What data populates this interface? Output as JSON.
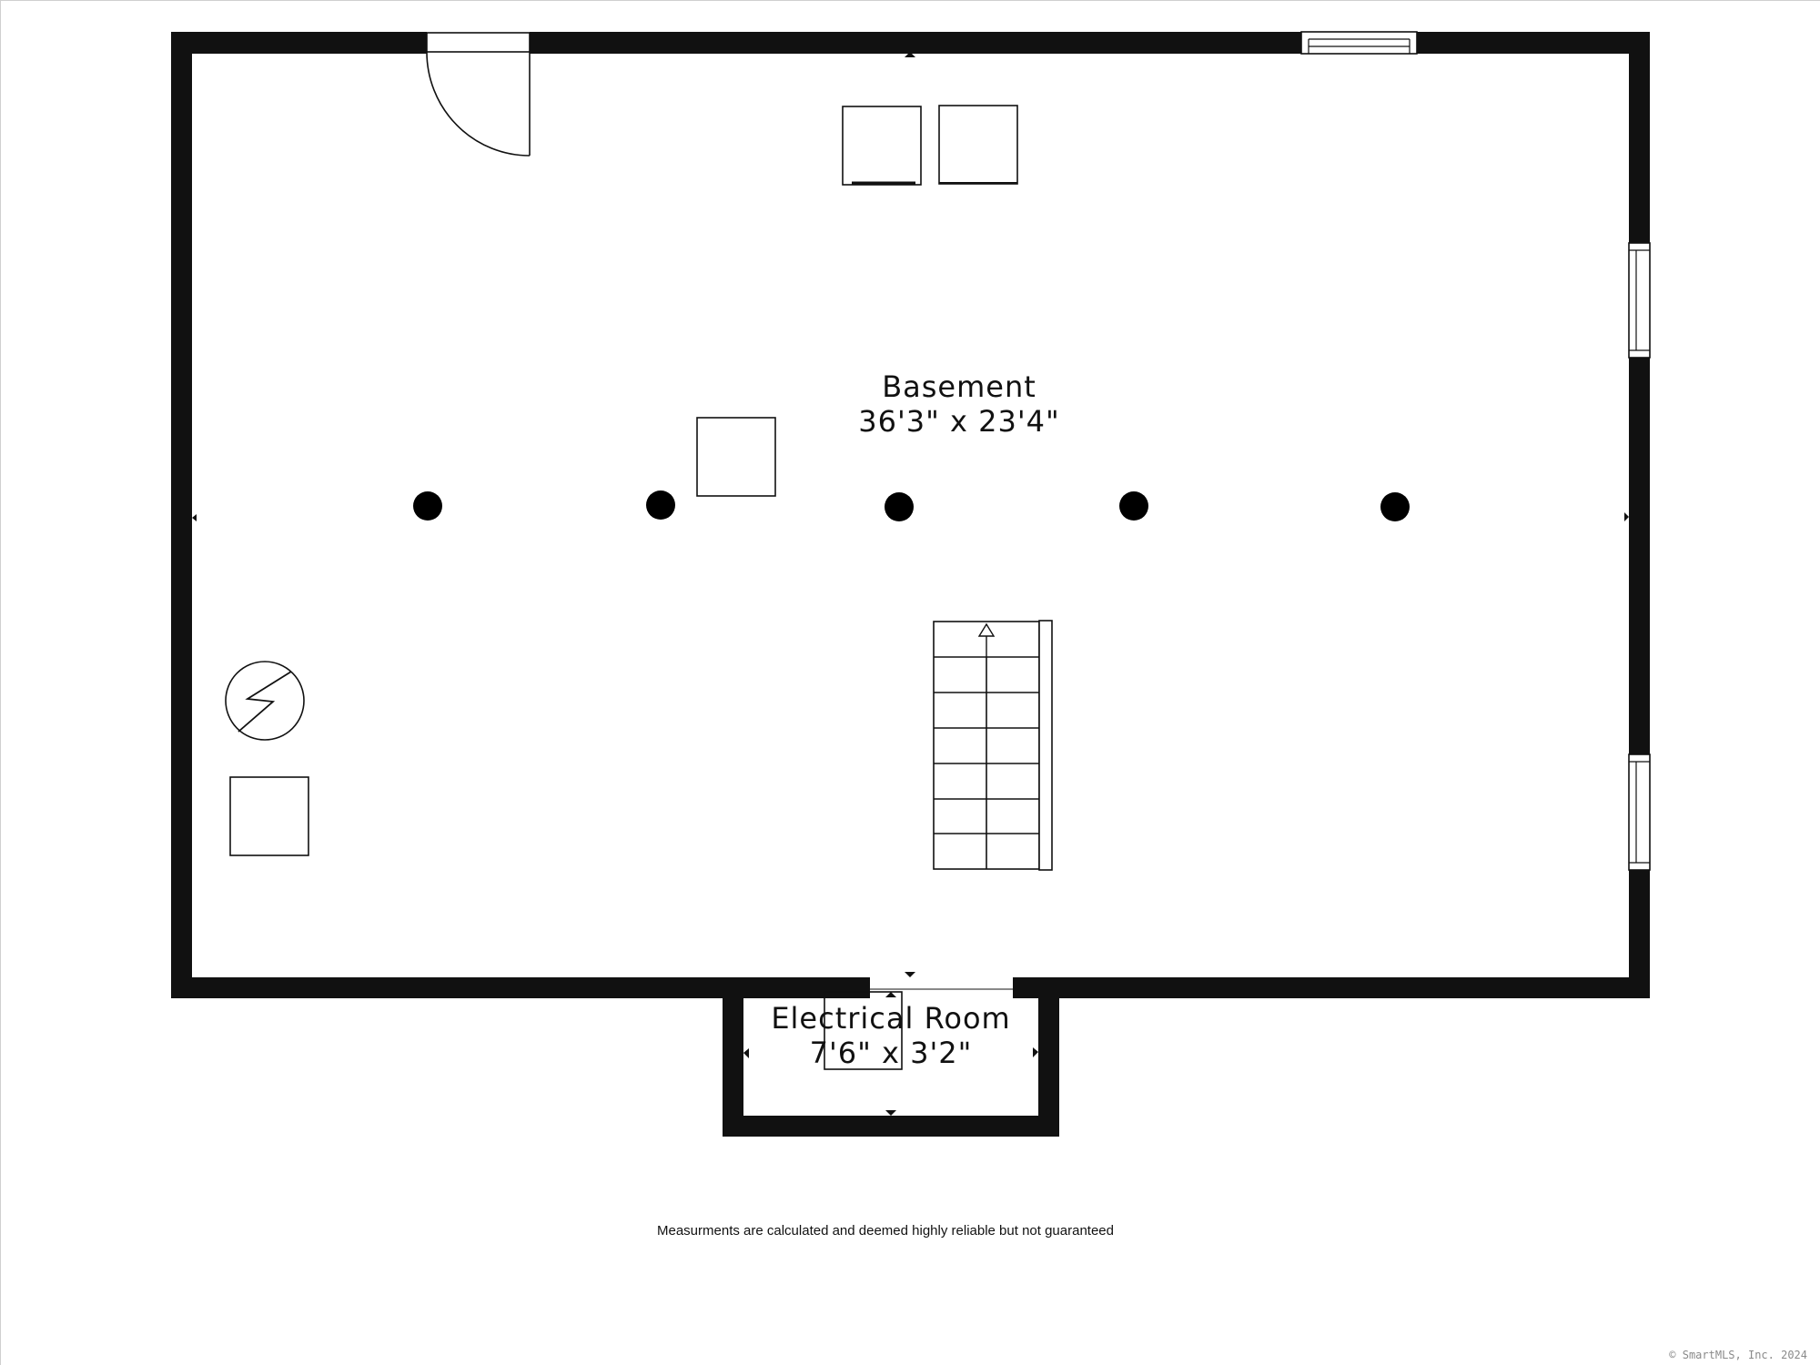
{
  "rooms": [
    {
      "name": "Basement",
      "dimensions": "36'3\" x 23'4\""
    },
    {
      "name": "Electrical Room",
      "dimensions": "7'6\" x 3'2\""
    }
  ],
  "footer": {
    "disclaimer": "Measurments are calculated and deemed highly reliable but not guaranteed",
    "copyright": "© SmartMLS, Inc. 2024"
  },
  "icons": {
    "electrical_panel": "lightning-bolt-icon",
    "stairs_direction": "up-arrow-icon"
  },
  "colors": {
    "wall": "#111111",
    "background": "#ffffff"
  }
}
